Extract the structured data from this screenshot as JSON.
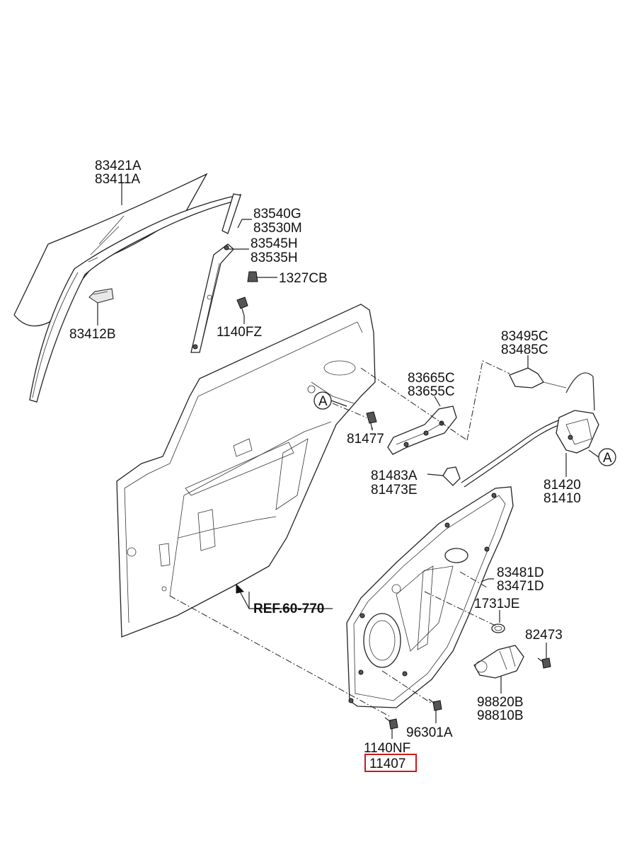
{
  "labels": {
    "glass_a": "83421A",
    "glass_b": "83411A",
    "channel_a": "83540G",
    "channel_b": "83530M",
    "rail_a": "83545H",
    "rail_b": "83535H",
    "clip": "1327CB",
    "holder": "83412B",
    "bolt_fz": "1140FZ",
    "rod_a": "83495C",
    "rod_b": "83485C",
    "handle_a": "83665C",
    "handle_b": "83655C",
    "striker": "81477",
    "callout_a1": "A",
    "callout_a2": "A",
    "inner_a": "81483A",
    "inner_b": "81473E",
    "latch_a": "81420",
    "latch_b": "81410",
    "module_a": "83481D",
    "module_b": "83471D",
    "plug": "1731JE",
    "ref": "REF.60-770",
    "screw": "82473",
    "motor_a": "98820B",
    "motor_b": "98810B",
    "fastener": "96301A",
    "bolt_nf": "1140NF",
    "selected": "11407"
  },
  "highlight_color": "#d01818"
}
